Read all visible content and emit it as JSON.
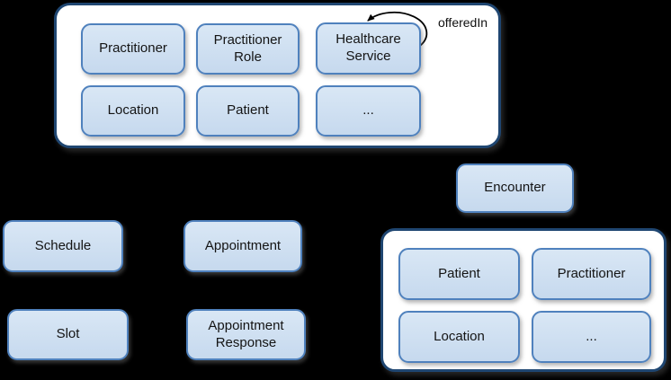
{
  "colors": {
    "background": "#000000",
    "node_fill": "#cddff1",
    "node_border": "#4f81bd",
    "container_fill": "#ffffff",
    "container_border": "#1f4671",
    "text": "#141414",
    "arrow": "#000000"
  },
  "top_container": {
    "self_loop_label": "offeredIn",
    "boxes": [
      {
        "label": "Practitioner"
      },
      {
        "label": "Practitioner Role"
      },
      {
        "label": "Healthcare Service"
      },
      {
        "label": "Location"
      },
      {
        "label": "Patient"
      },
      {
        "label": "..."
      }
    ]
  },
  "standalone_boxes": {
    "encounter": {
      "label": "Encounter"
    },
    "schedule": {
      "label": "Schedule"
    },
    "appointment": {
      "label": "Appointment"
    },
    "slot": {
      "label": "Slot"
    },
    "appointment_response": {
      "label": "Appointment Response"
    }
  },
  "bottom_container": {
    "boxes": [
      {
        "label": "Patient"
      },
      {
        "label": "Practitioner"
      },
      {
        "label": "Location"
      },
      {
        "label": "..."
      }
    ]
  }
}
